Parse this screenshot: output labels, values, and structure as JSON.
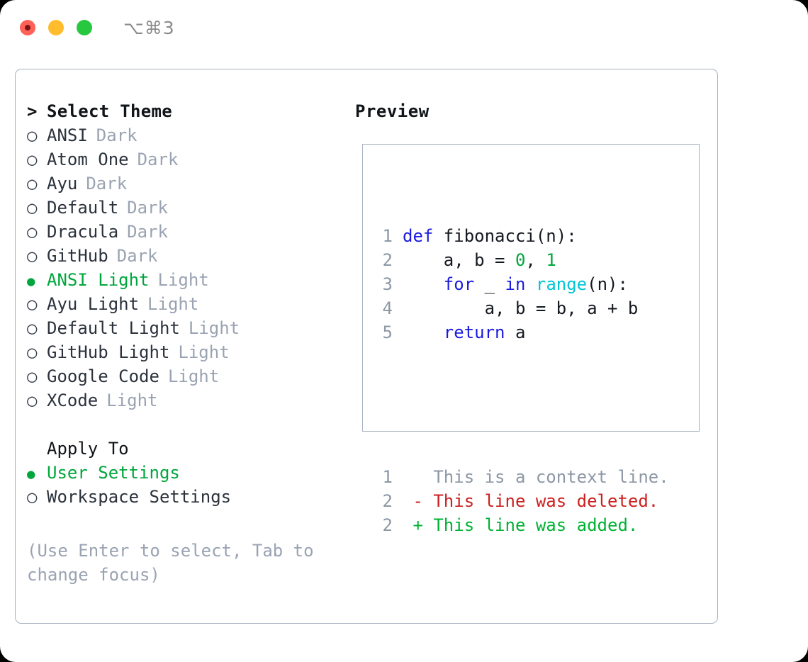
{
  "titlebar": {
    "shortcut": "⌥⌘3",
    "traffic_lights": [
      "close",
      "minimize",
      "maximize"
    ]
  },
  "theme_picker": {
    "header_marker": ">",
    "header_label": "Select Theme",
    "marker_off": "○",
    "marker_on": "●",
    "items": [
      {
        "name": "ANSI",
        "variant": "Dark",
        "selected": false
      },
      {
        "name": "Atom One",
        "variant": "Dark",
        "selected": false
      },
      {
        "name": "Ayu",
        "variant": "Dark",
        "selected": false
      },
      {
        "name": "Default",
        "variant": "Dark",
        "selected": false
      },
      {
        "name": "Dracula",
        "variant": "Dark",
        "selected": false
      },
      {
        "name": "GitHub",
        "variant": "Dark",
        "selected": false
      },
      {
        "name": "ANSI Light",
        "variant": "Light",
        "selected": true
      },
      {
        "name": "Ayu Light",
        "variant": "Light",
        "selected": false
      },
      {
        "name": "Default Light",
        "variant": "Light",
        "selected": false
      },
      {
        "name": "GitHub Light",
        "variant": "Light",
        "selected": false
      },
      {
        "name": "Google Code",
        "variant": "Light",
        "selected": false
      },
      {
        "name": "XCode",
        "variant": "Light",
        "selected": false
      }
    ]
  },
  "apply_to": {
    "header_label": "Apply To",
    "items": [
      {
        "name": "User Settings",
        "selected": true
      },
      {
        "name": "Workspace Settings",
        "selected": false
      }
    ]
  },
  "hint": "(Use Enter to select, Tab to change focus)",
  "preview": {
    "title": "Preview",
    "code_lines": [
      {
        "number": "1",
        "tokens": [
          {
            "text": "def ",
            "type": "kw"
          },
          {
            "text": "fibonacci(n):",
            "type": "txt"
          }
        ]
      },
      {
        "number": "2",
        "tokens": [
          {
            "text": "    a, b = ",
            "type": "txt"
          },
          {
            "text": "0",
            "type": "num"
          },
          {
            "text": ", ",
            "type": "txt"
          },
          {
            "text": "1",
            "type": "num"
          }
        ]
      },
      {
        "number": "3",
        "tokens": [
          {
            "text": "    ",
            "type": "txt"
          },
          {
            "text": "for",
            "type": "kw"
          },
          {
            "text": " _ ",
            "type": "txt"
          },
          {
            "text": "in",
            "type": "kw"
          },
          {
            "text": " ",
            "type": "txt"
          },
          {
            "text": "range",
            "type": "fn"
          },
          {
            "text": "(n):",
            "type": "txt"
          }
        ]
      },
      {
        "number": "4",
        "tokens": [
          {
            "text": "        a, b = b, a + b",
            "type": "txt"
          }
        ]
      },
      {
        "number": "5",
        "tokens": [
          {
            "text": "    ",
            "type": "txt"
          },
          {
            "text": "return",
            "type": "kw"
          },
          {
            "text": " a",
            "type": "txt"
          }
        ]
      }
    ],
    "diff_lines": [
      {
        "number": "1",
        "sign": " ",
        "text": " This is a context line.",
        "kind": "context"
      },
      {
        "number": "2",
        "sign": "-",
        "text": " This line was deleted.",
        "kind": "deleted"
      },
      {
        "number": "2",
        "sign": "+",
        "text": " This line was added.",
        "kind": "added"
      }
    ]
  },
  "colors": {
    "accent_green": "#00a63c",
    "keyword_blue": "#1b1be0",
    "function_cyan": "#00c6d4",
    "diff_red": "#cc2020",
    "diff_green": "#00b233",
    "muted_gray": "#9aa3b2",
    "border_gray": "#a8b2c0",
    "text_dark": "#2b323c"
  }
}
